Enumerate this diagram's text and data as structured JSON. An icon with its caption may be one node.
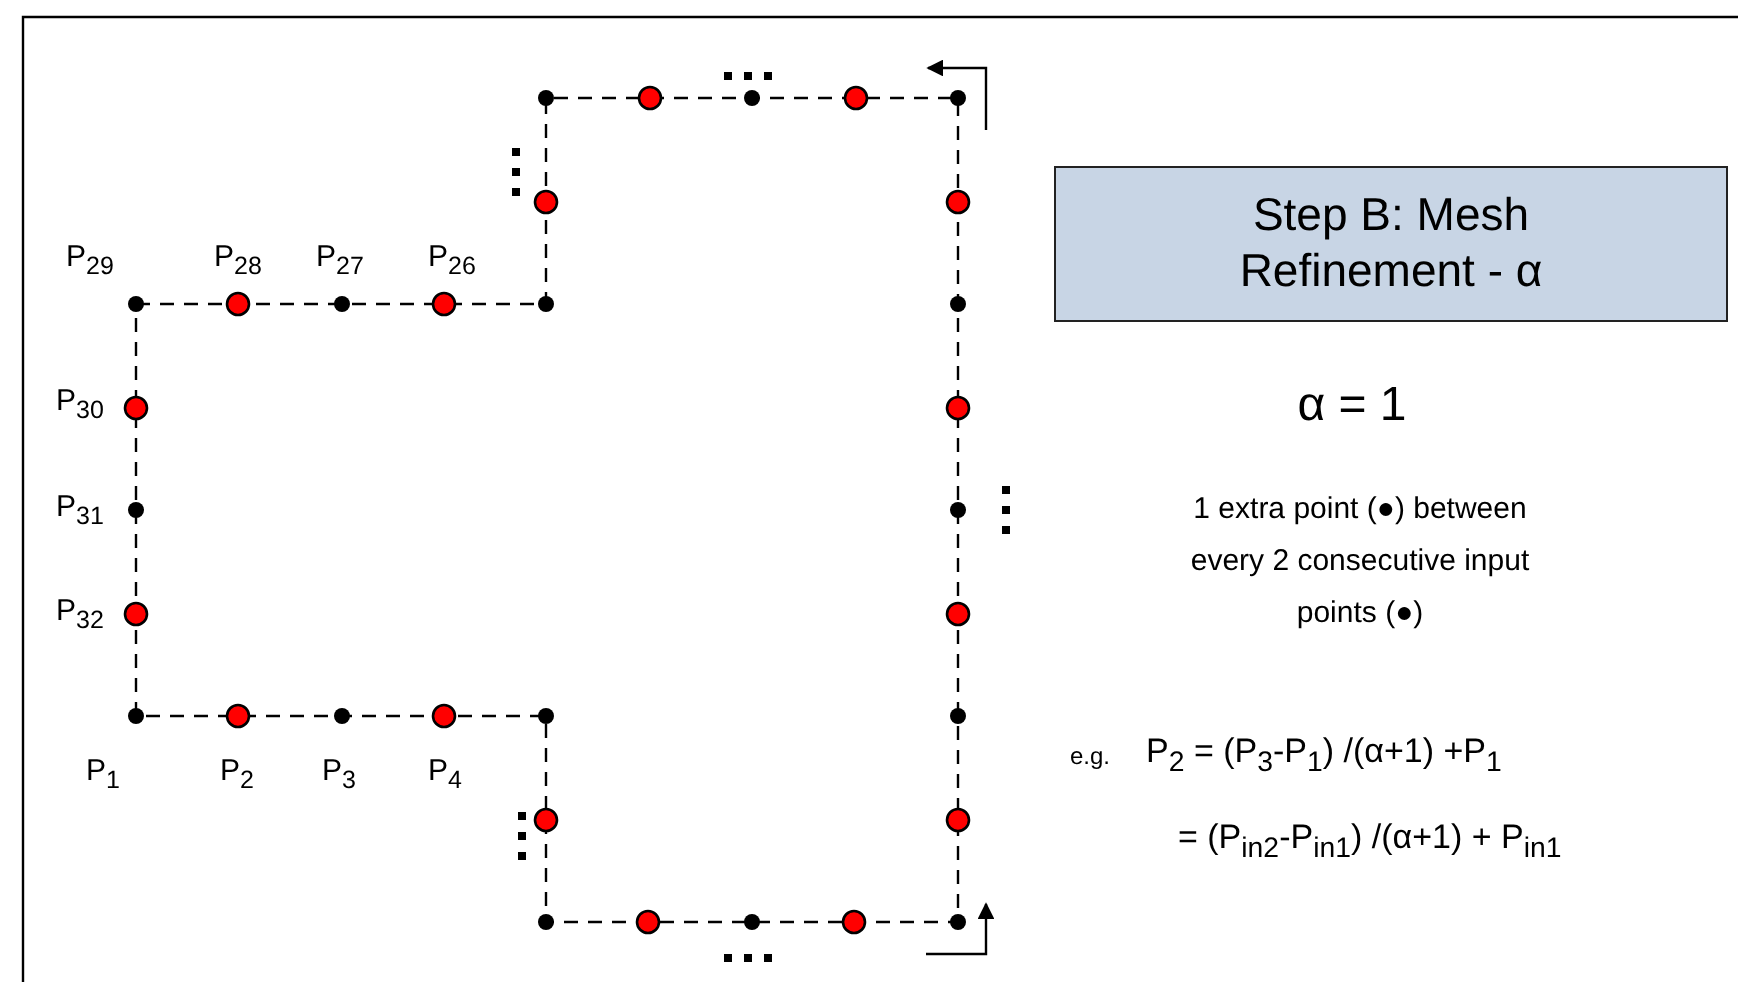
{
  "diagram": {
    "nodes": [
      {
        "text": [
          "Step B: Mesh Refinement - α"
        ]
      }
    ],
    "labels": [
      "P$_{29}$",
      "P$_{28}$",
      "P$_{27}$",
      "P$_{26}$",
      "P$_{30}$",
      "P$_{31}$",
      "P$_{32}$",
      "P$_{1}$",
      "P$_{2}$",
      "P$_{3}$",
      "P$_{4}$",
      "α = 1",
      "1 extra point (●) between every 2 consecutive input points (●)",
      "e.g.",
      "P$_{2}$ = (P$_{3}$-P$_{1}$) /(α+1) +P$_{1}$",
      "= (P$_{in2}$-P$_{in1}$) /(α+1) + P$_{in1}$"
    ]
  }
}
